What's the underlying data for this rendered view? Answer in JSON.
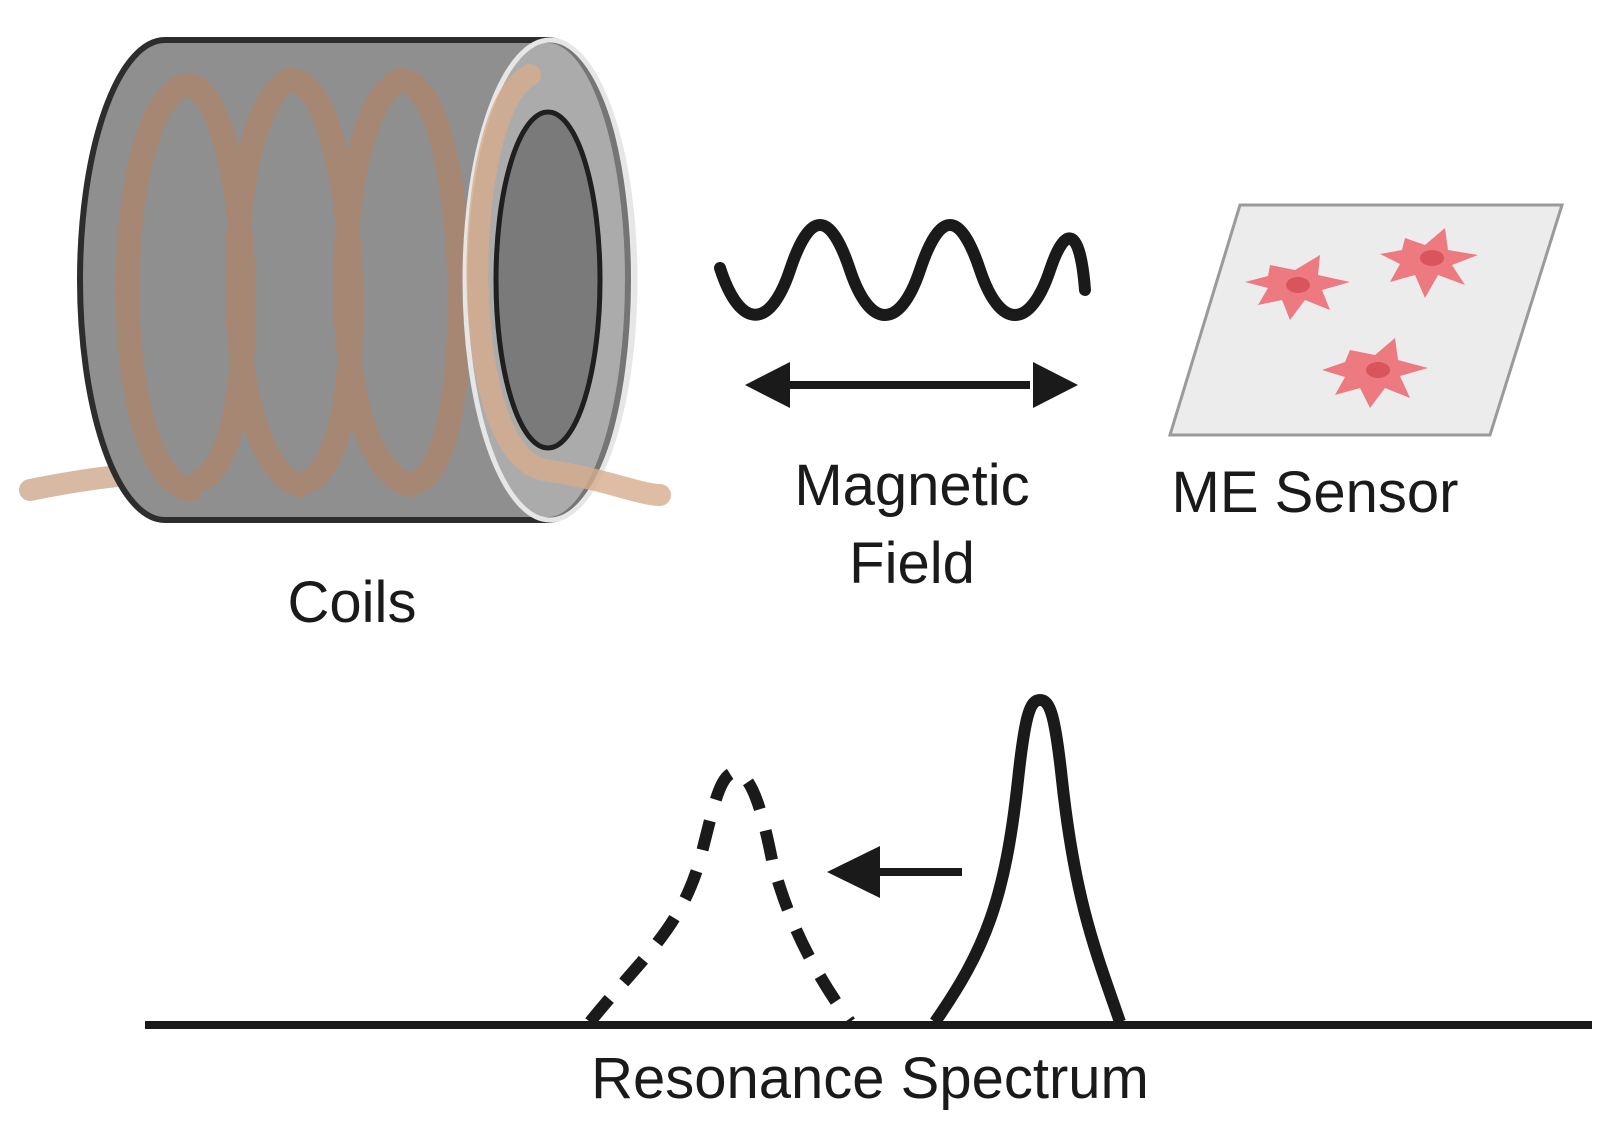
{
  "labels": {
    "coils": "Coils",
    "field_line1": "Magnetic",
    "field_line2": "Field",
    "sensor": "ME Sensor",
    "spectrum": "Resonance Spectrum"
  },
  "colors": {
    "coil_body": "#8c8c8c",
    "coil_wire": "#b8927a",
    "cell": "#ec7a80",
    "cell_nucleus": "#d9545c",
    "ink": "#1a1a1a",
    "slide": "#ececec"
  }
}
